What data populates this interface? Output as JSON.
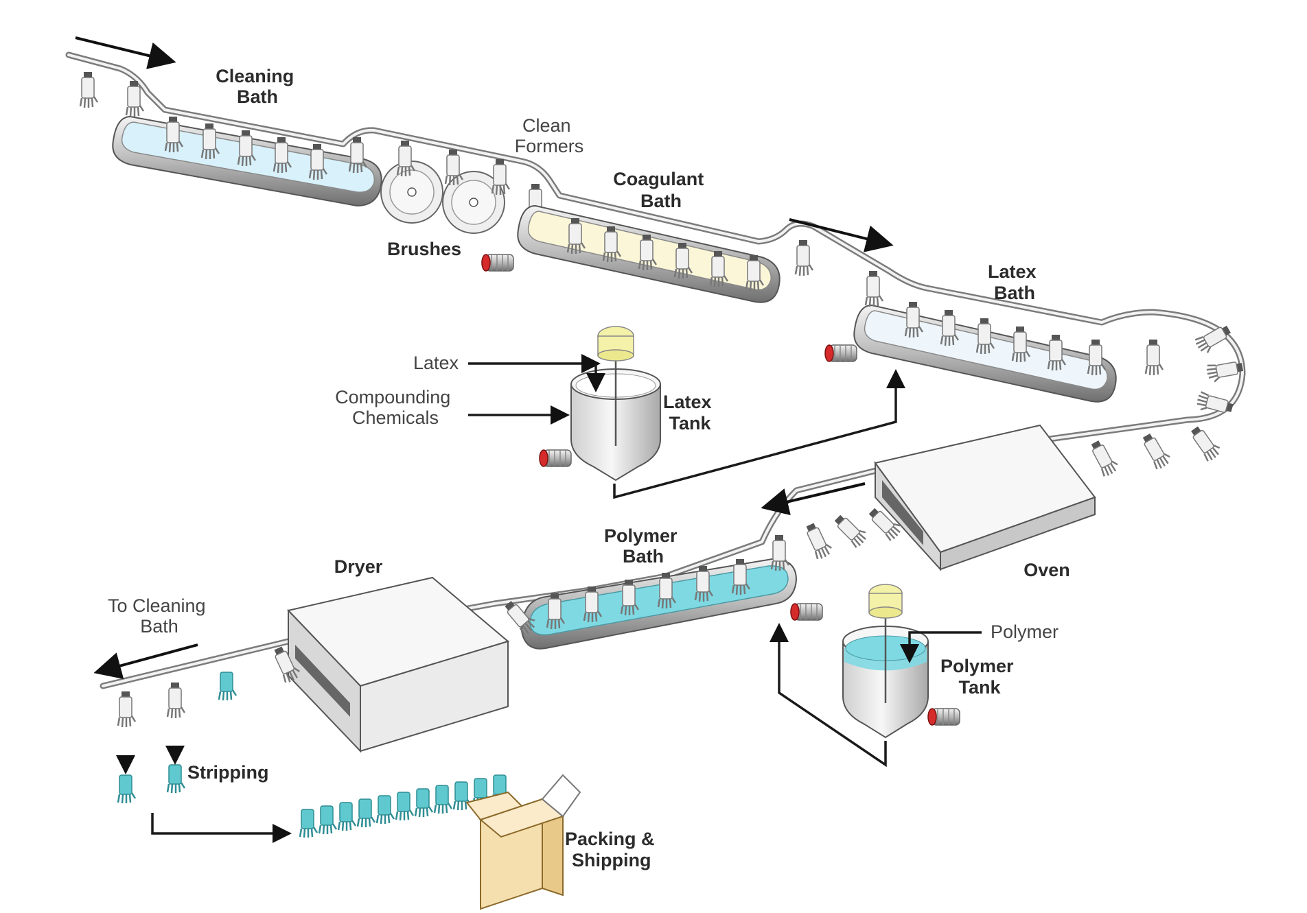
{
  "labels": {
    "cleaning_bath": [
      "Cleaning",
      "Bath"
    ],
    "clean_formers": [
      "Clean",
      "Formers"
    ],
    "coagulant_bath": [
      "Coagulant",
      "Bath"
    ],
    "brushes": "Brushes",
    "latex_bath": [
      "Latex",
      "Bath"
    ],
    "latex": "Latex",
    "compounding_chemicals": [
      "Compounding",
      "Chemicals"
    ],
    "latex_tank": [
      "Latex",
      "Tank"
    ],
    "oven": "Oven",
    "polymer_bath": [
      "Polymer",
      "Bath"
    ],
    "dryer": "Dryer",
    "to_cleaning_bath": [
      "To Cleaning",
      "Bath"
    ],
    "polymer": "Polymer",
    "polymer_tank": [
      "Polymer",
      "Tank"
    ],
    "stripping": "Stripping",
    "packing_shipping": [
      "Packing &",
      "Shipping"
    ]
  },
  "colors": {
    "cleaning_liquid": "#d8f1fb",
    "coagulant_liquid": "#fbf6d8",
    "latex_liquid": "#eef6fb",
    "polymer_liquid": "#7fd9e3",
    "tank_body": "#e6e6e6",
    "machine_box": "#eeeeee",
    "valve_red": "#d62b2b",
    "lid_yellow": "#f4f1a8",
    "carton": "#f6dfae",
    "glove_teal": "#5fc9cf"
  }
}
